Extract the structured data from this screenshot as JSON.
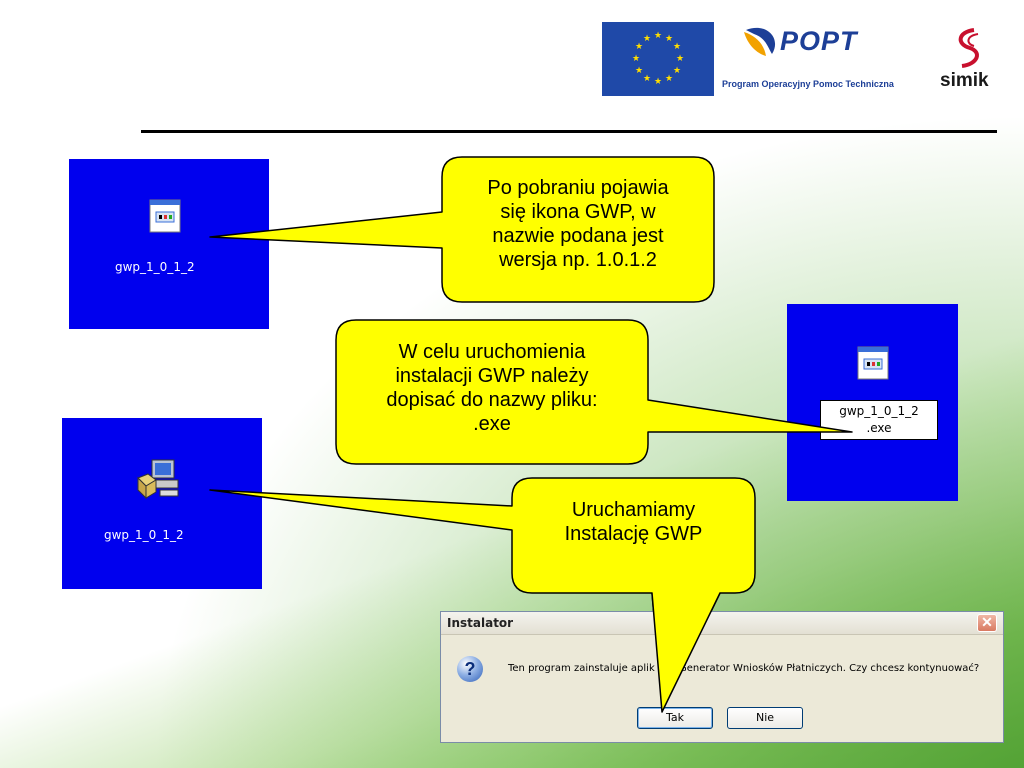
{
  "header": {
    "popt_logo_text": "POPT",
    "popt_subtitle": "Program Operacyjny Pomoc Techniczna",
    "simik_logo_text": "simik"
  },
  "desktop_icons": {
    "icon1_label": "gwp_1_0_1_2",
    "icon2_label": "gwp_1_0_1_2",
    "rename_line1": "gwp_1_0_1_2",
    "rename_line2": ".exe"
  },
  "callouts": {
    "first": [
      "Po pobraniu pojawia",
      "się ikona GWP, w",
      "nazwie podana jest",
      "wersja np. 1.0.1.2"
    ],
    "second": [
      "W celu uruchomienia",
      "instalacji GWP należy",
      "dopisać do nazwy pliku:",
      ".exe"
    ],
    "third": [
      "Uruchamiamy",
      "Instalację GWP"
    ]
  },
  "dialog": {
    "title": "Instalator",
    "close_icon": "close-icon",
    "message_left": "Ten program zainstaluje aplik",
    "message_right": "Generator Wniosków Płatniczych. Czy chcesz kontynuować?",
    "yes_label": "Tak",
    "no_label": "Nie"
  },
  "colors": {
    "panel_blue": "#0000ee",
    "callout_yellow": "#ffff00"
  }
}
